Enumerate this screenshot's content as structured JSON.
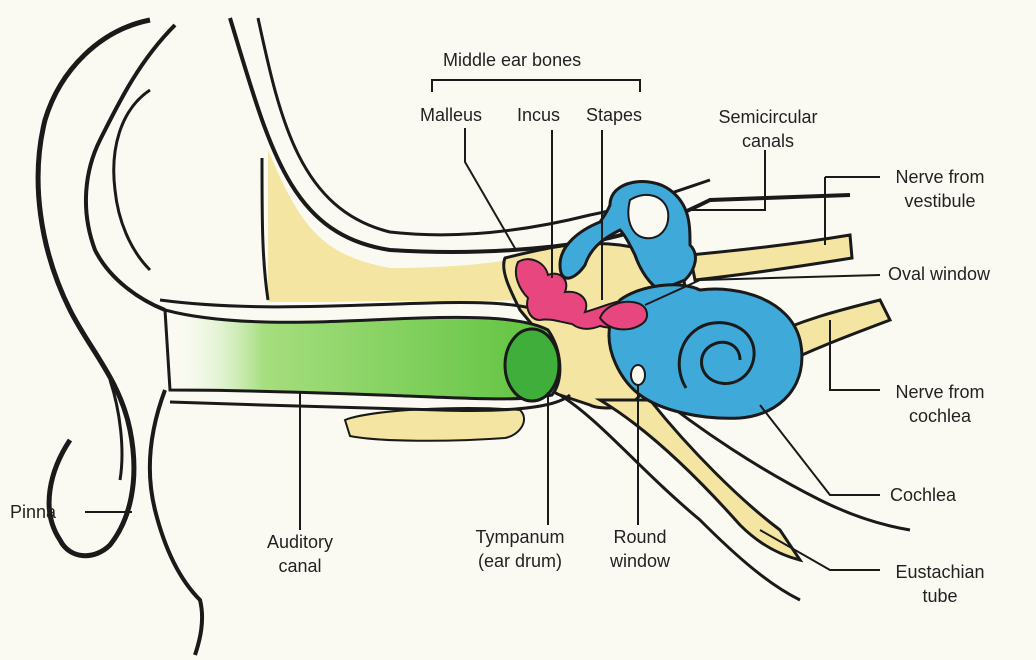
{
  "labels": {
    "group": "Middle ear bones",
    "malleus": "Malleus",
    "incus": "Incus",
    "stapes": "Stapes",
    "semicircular_1": "Semicircular",
    "semicircular_2": "canals",
    "nerve_vestibule_1": "Nerve from",
    "nerve_vestibule_2": "vestibule",
    "oval_window": "Oval window",
    "nerve_cochlea_1": "Nerve from",
    "nerve_cochlea_2": "cochlea",
    "cochlea": "Cochlea",
    "eustachian_1": "Eustachian",
    "eustachian_2": "tube",
    "pinna": "Pinna",
    "auditory_1": "Auditory",
    "auditory_2": "canal",
    "tympanum_1": "Tympanum",
    "tympanum_2": "(ear drum)",
    "round_1": "Round",
    "round_2": "window"
  },
  "colors": {
    "bone": "#f4e6a2",
    "canal": "#7ed05a",
    "eardrum": "#3fae3a",
    "ossicles": "#e8467f",
    "inner_ear": "#3fa9d9",
    "outline": "#1a1a1a"
  }
}
